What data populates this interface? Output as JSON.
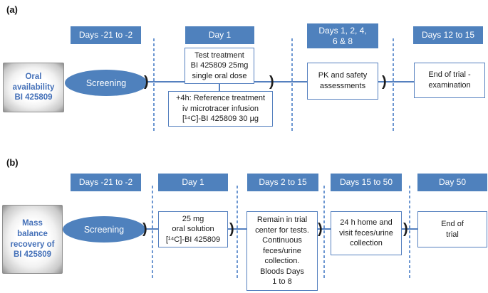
{
  "figure": {
    "break_glyph": ")",
    "colors": {
      "accent": "#4f81bd",
      "line": "#5580bf",
      "dashed": "#6d97d1",
      "study_text": "#4470b8"
    },
    "panel_a": {
      "label": "(a)",
      "study_box": "Oral\navailability\nBI 425809",
      "screening": "Screening",
      "headers": [
        "Days -21 to -2",
        "Day 1",
        "Days 1, 2, 4,\n6 & 8",
        "Days 12 to 15"
      ],
      "boxes": {
        "test_treatment": "Test treatment\nBI 425809 25mg\nsingle oral dose",
        "reference_treatment": "+4h: Reference treatment\niv microtracer infusion\n[¹⁴C]-BI 425809 30 µg",
        "pk_safety": "PK and safety\nassessments",
        "end_of_trial": "End of trial -\nexamination"
      }
    },
    "panel_b": {
      "label": "(b)",
      "study_box": "Mass\nbalance\nrecovery of\nBI 425809",
      "screening": "Screening",
      "headers": [
        "Days -21 to -2",
        "Day 1",
        "Days 2 to 15",
        "Days 15 to 50",
        "Day 50"
      ],
      "boxes": {
        "oral_solution": "25 mg\noral solution\n[¹⁴C]-BI 425809",
        "remain_in_center": "Remain in trial\ncenter for tests.\nContinuous\nfeces/urine\ncollection.\nBloods Days\n1 to 8",
        "home_collection": "24 h home and\nvisit feces/urine\ncollection",
        "end_of_trial": "End of\ntrial"
      }
    }
  }
}
